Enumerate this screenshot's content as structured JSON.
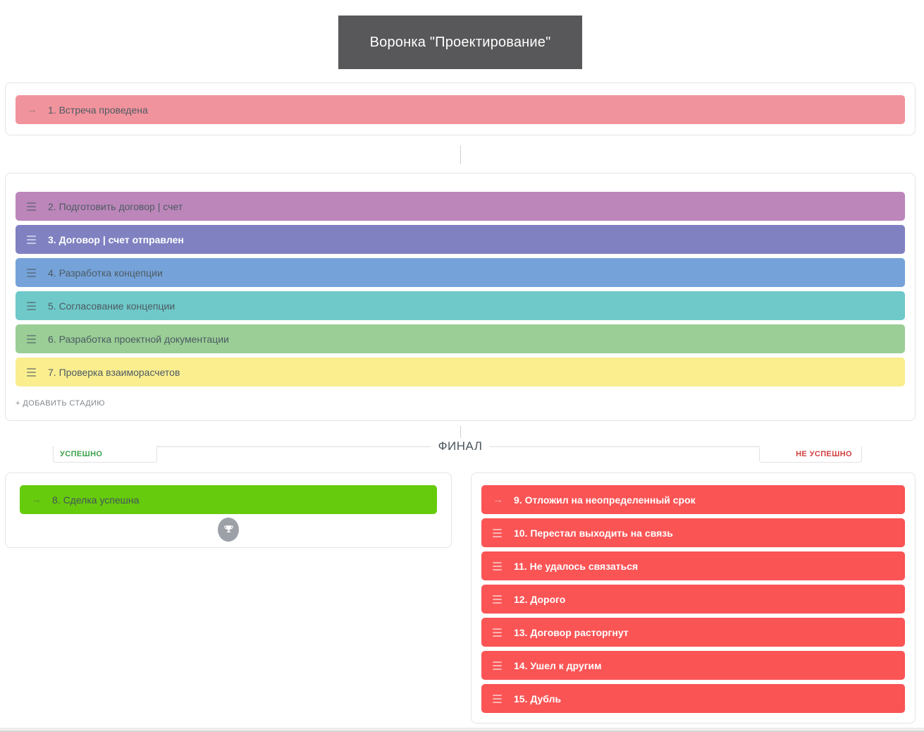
{
  "title": "Воронка \"Проектирование\"",
  "final": {
    "label": "ФИНАЛ",
    "success_label": "УСПЕШНО",
    "fail_label": "НЕ УСПЕШНО"
  },
  "colors": {
    "title_bg": "#58585A",
    "success_label": "#3BA24B",
    "fail_label": "#D23F3F",
    "stage_text_dark": "#4D5A63",
    "stage_text_light": "#FFFFFF"
  },
  "icons": {
    "arrow": "arrow-icon",
    "drag": "drag-handle-icon",
    "trophy": "trophy-icon"
  },
  "sections": {
    "initial": {
      "stages": [
        {
          "label": "1. Встреча проведена",
          "color": "#F1939C",
          "text_color": "#4D5A63",
          "icon": "arrow",
          "bold": false
        }
      ]
    },
    "middle": {
      "add_stage_label": "+ ДОБАВИТЬ СТАДИЮ",
      "stages": [
        {
          "label": "2. Подготовить договор | счет",
          "color": "#BC86BA",
          "text_color": "#4D5A63",
          "icon": "drag",
          "bold": false
        },
        {
          "label": "3. Договор | счет отправлен",
          "color": "#7F81C1",
          "text_color": "#FFFFFF",
          "icon": "drag",
          "bold": true
        },
        {
          "label": "4. Разработка концепции",
          "color": "#75A3D9",
          "text_color": "#4D5A63",
          "icon": "drag",
          "bold": false
        },
        {
          "label": "5. Согласование концепции",
          "color": "#6FC9C9",
          "text_color": "#4D5A63",
          "icon": "drag",
          "bold": false
        },
        {
          "label": "6. Разработка проектной документации",
          "color": "#9ACE96",
          "text_color": "#4D5A63",
          "icon": "drag",
          "bold": false
        },
        {
          "label": "7. Проверка взаиморасчетов",
          "color": "#FAEE8F",
          "text_color": "#4D5A63",
          "icon": "drag",
          "bold": false
        }
      ]
    },
    "success": {
      "stages": [
        {
          "label": "8. Сделка успешна",
          "color": "#67CB0D",
          "text_color": "#44525B",
          "icon": "arrow",
          "bold": false
        }
      ]
    },
    "fail": {
      "stages": [
        {
          "label": "9. Отложил на неопределенный срок",
          "color": "#FA5455",
          "text_color": "#FFFFFF",
          "icon": "arrow",
          "bold": true
        },
        {
          "label": "10. Перестал выходить на связь",
          "color": "#FA5455",
          "text_color": "#FFFFFF",
          "icon": "drag",
          "bold": true
        },
        {
          "label": "11. Не удалось связаться",
          "color": "#FA5455",
          "text_color": "#FFFFFF",
          "icon": "drag",
          "bold": true
        },
        {
          "label": "12. Дорого",
          "color": "#FA5455",
          "text_color": "#FFFFFF",
          "icon": "drag",
          "bold": true
        },
        {
          "label": "13. Договор расторгнут",
          "color": "#FA5455",
          "text_color": "#FFFFFF",
          "icon": "drag",
          "bold": true
        },
        {
          "label": "14. Ушел к другим",
          "color": "#FA5455",
          "text_color": "#FFFFFF",
          "icon": "drag",
          "bold": true
        },
        {
          "label": "15. Дубль",
          "color": "#FA5455",
          "text_color": "#FFFFFF",
          "icon": "drag",
          "bold": true
        }
      ]
    }
  }
}
